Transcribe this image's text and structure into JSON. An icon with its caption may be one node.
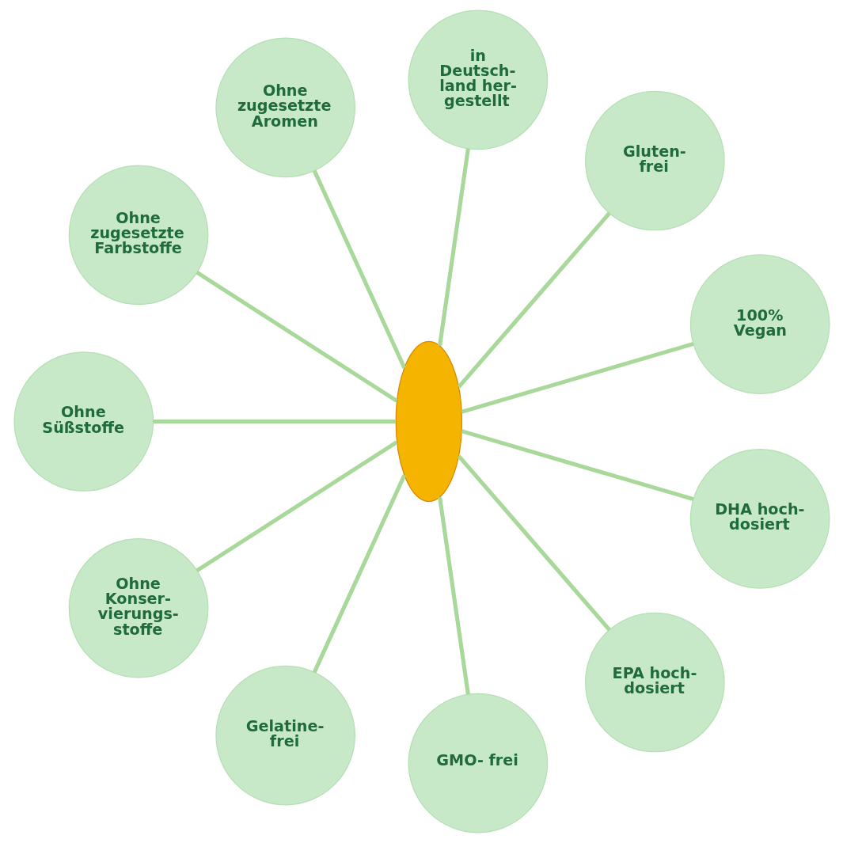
{
  "diagram": {
    "nodes": [
      {
        "text": [],
        "shape": "capsule"
      },
      {
        "text": [
          "100% Vegan"
        ]
      },
      {
        "text": [
          "Gluten- frei"
        ]
      },
      {
        "text": [
          "in Deutsch- land her- gestellt"
        ]
      },
      {
        "text": [
          "Ohne zugesetzte Aromen"
        ]
      },
      {
        "text": [
          "Ohne zugesetzte Farbstoffe"
        ]
      },
      {
        "text": [
          "Ohne Süßstoffe"
        ]
      },
      {
        "text": [
          "Ohne Konser- vierungs- stoffe"
        ]
      },
      {
        "text": [
          "Gelatine- frei"
        ]
      },
      {
        "text": [
          "GMO- frei"
        ]
      },
      {
        "text": [
          "EPA hoch- dosiert"
        ]
      },
      {
        "text": [
          "DHA hoch- dosiert"
        ]
      }
    ],
    "edges": [
      {
        "from": 1,
        "to": 0,
        "arrow": "none"
      },
      {
        "from": 2,
        "to": 0,
        "arrow": "none"
      },
      {
        "from": 3,
        "to": 0,
        "arrow": "none"
      },
      {
        "from": 4,
        "to": 0,
        "arrow": "none"
      },
      {
        "from": 5,
        "to": 0,
        "arrow": "none"
      },
      {
        "from": 6,
        "to": 0,
        "arrow": "none"
      },
      {
        "from": 7,
        "to": 0,
        "arrow": "none"
      },
      {
        "from": 8,
        "to": 0,
        "arrow": "none"
      },
      {
        "from": 9,
        "to": 0,
        "arrow": "none"
      },
      {
        "from": 10,
        "to": 0,
        "arrow": "none"
      },
      {
        "from": 11,
        "to": 0,
        "arrow": "none"
      }
    ]
  }
}
